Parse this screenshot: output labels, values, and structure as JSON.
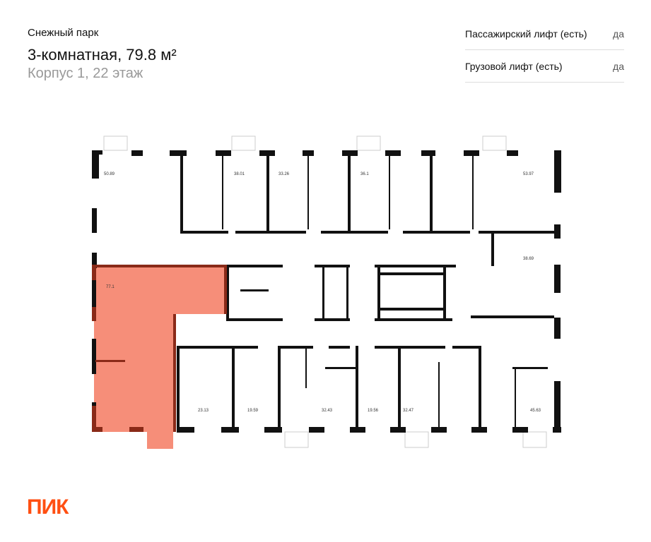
{
  "header": {
    "project": "Снежный парк",
    "title": "3-комнатная, 79.8 м²",
    "subtitle": "Корпус 1, 22 этаж"
  },
  "features": [
    {
      "label": "Пассажирский лифт (есть)",
      "value": "да"
    },
    {
      "label": "Грузовой лифт (есть)",
      "value": "да"
    }
  ],
  "plan": {
    "highlight_color": "#f47a62",
    "apartments": [
      {
        "area": "50.89"
      },
      {
        "area": "38.01"
      },
      {
        "area": "33.26"
      },
      {
        "area": "36.1"
      },
      {
        "area": "53.97"
      },
      {
        "area": "38.69"
      },
      {
        "area": "77.1"
      },
      {
        "area": "23.13"
      },
      {
        "area": "19.59"
      },
      {
        "area": "32.43"
      },
      {
        "area": "19.56"
      },
      {
        "area": "32.47"
      },
      {
        "area": "45.63"
      }
    ]
  },
  "logo": "ПИК"
}
